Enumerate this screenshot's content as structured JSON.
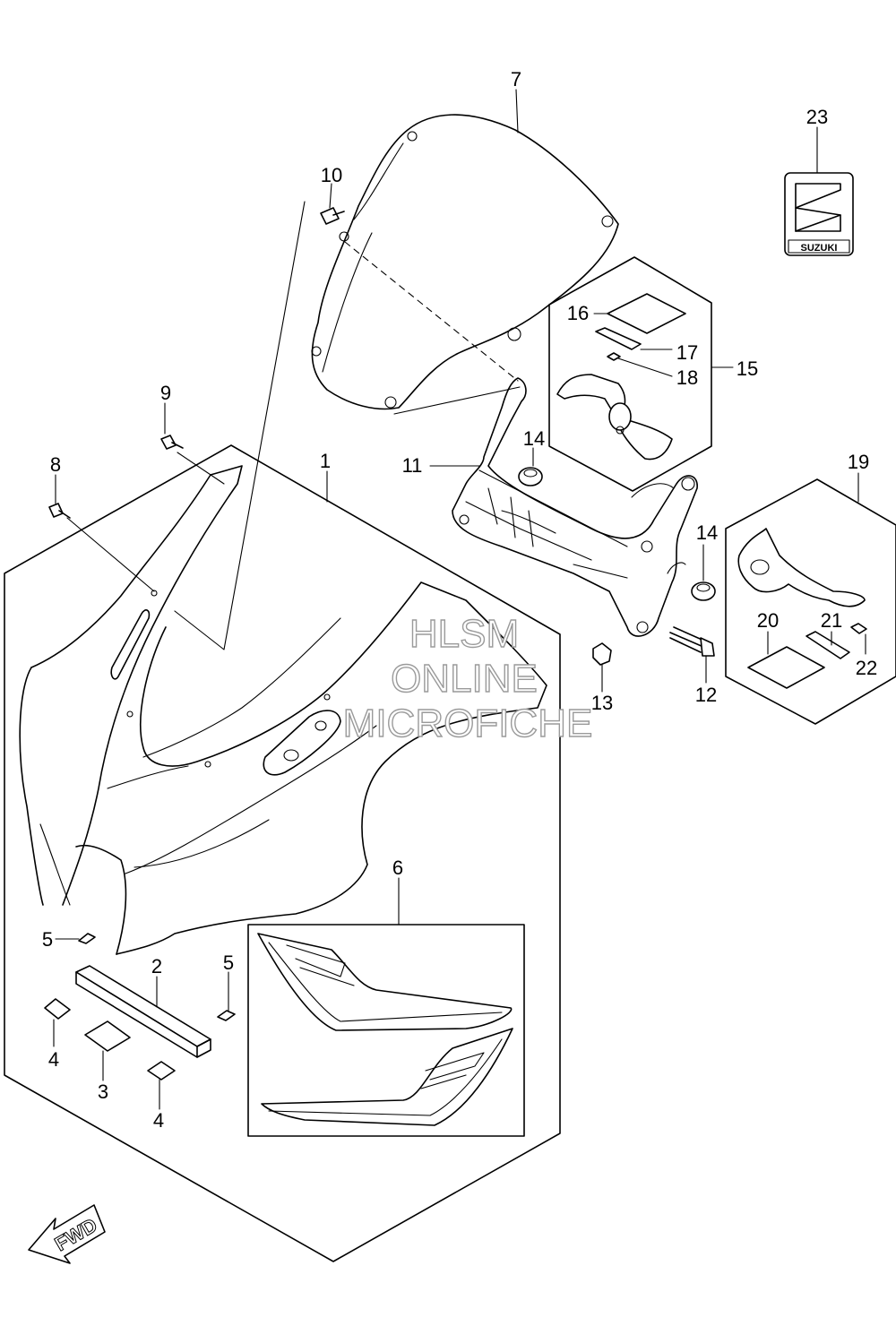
{
  "watermark": {
    "line1": "HLSM",
    "line2": "ONLINE",
    "line3": "MICROFICHE"
  },
  "badge": {
    "text": "SUZUKI"
  },
  "fwd": {
    "text": "FWD"
  },
  "callouts": [
    "1",
    "2",
    "3",
    "4",
    "4",
    "5",
    "5",
    "6",
    "7",
    "8",
    "9",
    "10",
    "11",
    "12",
    "13",
    "14",
    "14",
    "15",
    "16",
    "17",
    "18",
    "19",
    "20",
    "21",
    "22",
    "23"
  ]
}
